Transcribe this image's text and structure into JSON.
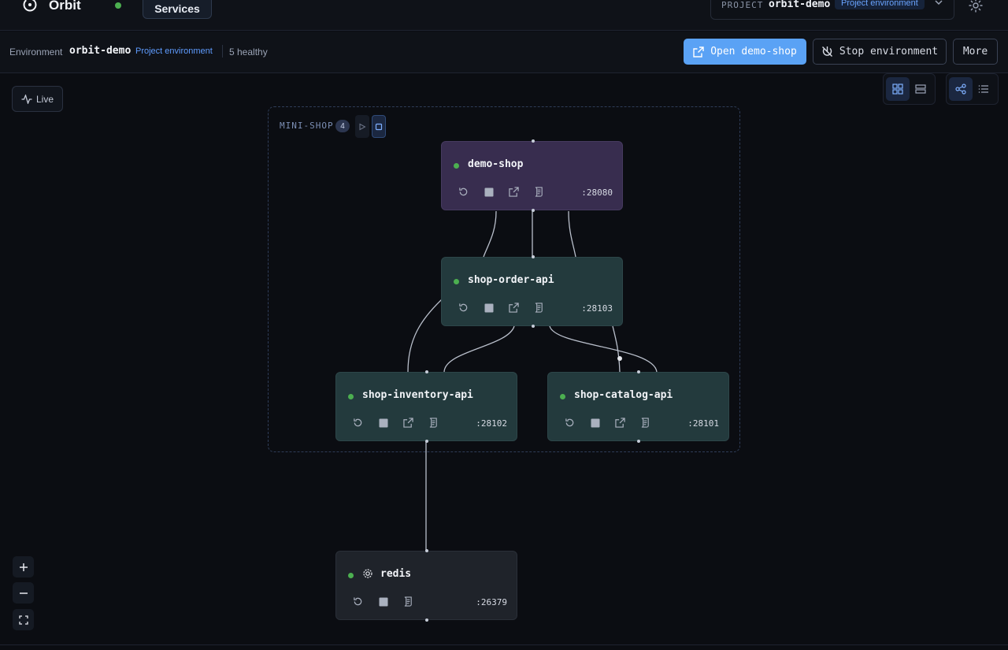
{
  "app": {
    "name": "Orbit",
    "nav_tab": "Services"
  },
  "project": {
    "label": "PROJECT",
    "name": "orbit-demo",
    "badge": "Project environment"
  },
  "environment": {
    "label": "Environment",
    "name": "orbit-demo",
    "type": "Project environment",
    "health": "5 healthy",
    "open_button": "Open demo-shop",
    "stop_button": "Stop environment",
    "more_button": "More"
  },
  "canvas": {
    "live_label": "Live",
    "group": {
      "label": "MINI-SHOP",
      "count": "4"
    }
  },
  "services": [
    {
      "name": "demo-shop",
      "port": ":28080",
      "status": "healthy",
      "color": "#382d4f"
    },
    {
      "name": "shop-order-api",
      "port": ":28103",
      "status": "healthy",
      "color": "#233a3d"
    },
    {
      "name": "shop-inventory-api",
      "port": ":28102",
      "status": "healthy",
      "color": "#233a3d"
    },
    {
      "name": "shop-catalog-api",
      "port": ":28101",
      "status": "healthy",
      "color": "#233a3d"
    },
    {
      "name": "redis",
      "port": ":26379",
      "status": "healthy",
      "color": "#1f232a"
    }
  ],
  "colors": {
    "accent": "#5aa2f5",
    "healthy": "#4caf50",
    "background": "#0b0d12"
  },
  "icons": {
    "restart": "rotate-ccw-icon",
    "stop": "stop-square-icon",
    "open": "external-link-icon",
    "logs": "scroll-icon",
    "settings": "gear-icon"
  }
}
